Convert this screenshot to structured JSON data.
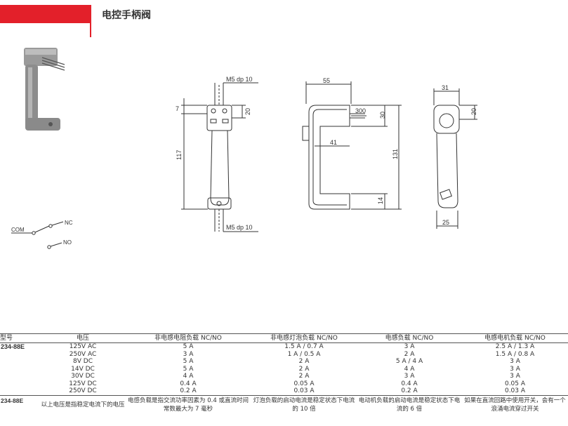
{
  "header": {
    "title": "电控手柄阀"
  },
  "drawing": {
    "top_thread_label": "M5 dp 10",
    "bottom_thread_label": "M5 dp 10",
    "dim_7": "7",
    "dim_20_front": "20",
    "dim_117": "117",
    "dim_55": "55",
    "dim_300": "300",
    "dim_30": "30",
    "dim_41": "41",
    "dim_131": "131",
    "dim_14": "14",
    "dim_31": "31",
    "dim_20_side": "20",
    "dim_25": "25"
  },
  "circuit": {
    "com": "COM",
    "nc": "NC",
    "no": "NO"
  },
  "table": {
    "headers": [
      "型号",
      "电压",
      "非电感电阻负载 NC/NO",
      "非电感灯泡负载 NC/NO",
      "电感负载 NC/NO",
      "电感电机负载 NC/NO"
    ],
    "model": "234-88E",
    "rows": [
      [
        "125V AC",
        "5 A",
        "1.5 A / 0.7 A",
        "3 A",
        "2.5 A / 1.3 A"
      ],
      [
        "250V AC",
        "3 A",
        "1 A / 0.5 A",
        "2 A",
        "1.5 A / 0.8 A"
      ],
      [
        "8V DC",
        "5 A",
        "2 A",
        "5 A / 4 A",
        "3 A"
      ],
      [
        "14V DC",
        "5 A",
        "2 A",
        "4 A",
        "3 A"
      ],
      [
        "30V DC",
        "4 A",
        "2 A",
        "3 A",
        "3 A"
      ],
      [
        "125V DC",
        "0.4 A",
        "0.05 A",
        "0.4 A",
        "0.05 A"
      ],
      [
        "250V DC",
        "0.2 A",
        "0.03 A",
        "0.2 A",
        "0.03 A"
      ]
    ],
    "note_model": "234-88E",
    "notes": [
      "以上电压是指稳定电流下的电压",
      "电感负载是指交流功率因素为 0.4 或直流时间常数最大为 7 毫秒",
      "灯泡负载的启动电流是稳定状态下电流的 10 倍",
      "电动机负载的启动电流是稳定状态下电流的 6 倍",
      "如果在直流回路中使用开关，会有一个浪涌电流穿过开关"
    ]
  }
}
